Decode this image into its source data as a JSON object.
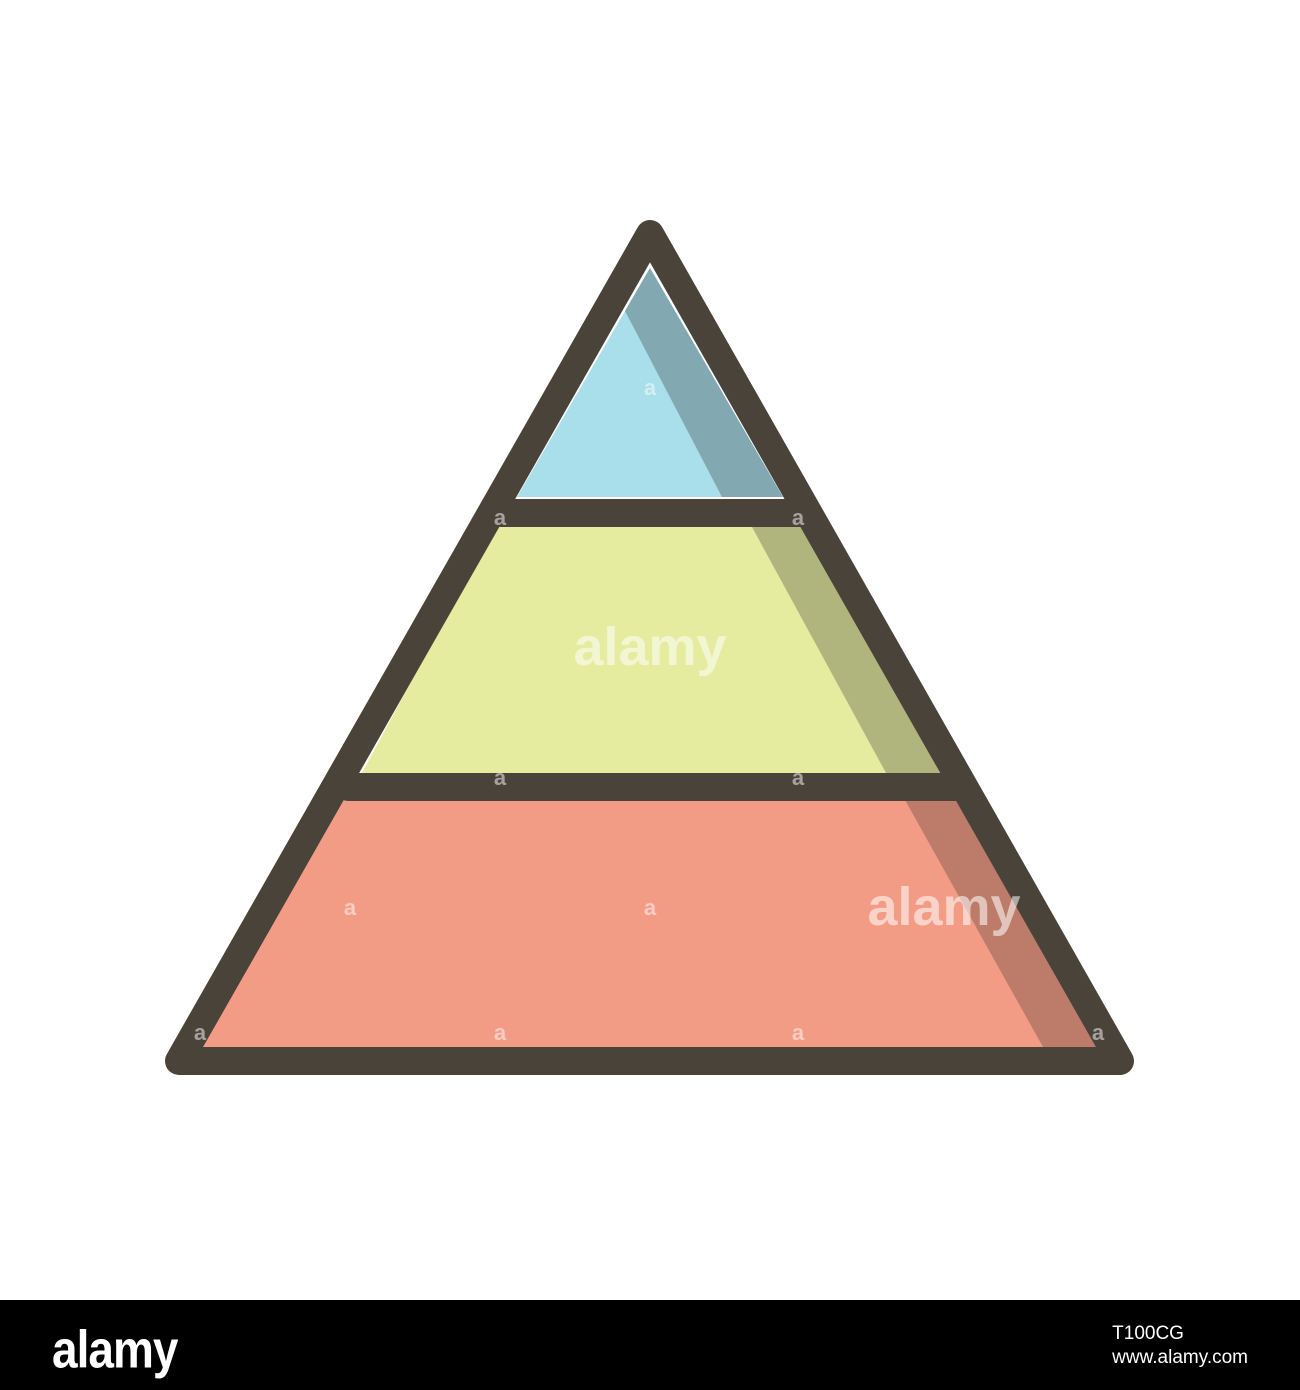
{
  "icon": {
    "name": "pyramid-chart-icon",
    "colors": {
      "outline": "#4a433a",
      "top_tier": "#a8dfea",
      "top_tier_shade": "#82a9b1",
      "middle_tier": "#e5eb9f",
      "middle_tier_shade": "#b0b57e",
      "bottom_tier": "#f29c86",
      "bottom_tier_shade": "#bd7c6a",
      "background": "#ffffff"
    }
  },
  "watermark": {
    "brand": "alamy",
    "small_mark": "a"
  },
  "footer": {
    "brand": "alamy",
    "image_id": "T100CG",
    "site": "www.alamy.com",
    "background": "#000000",
    "text_color": "#ffffff"
  }
}
